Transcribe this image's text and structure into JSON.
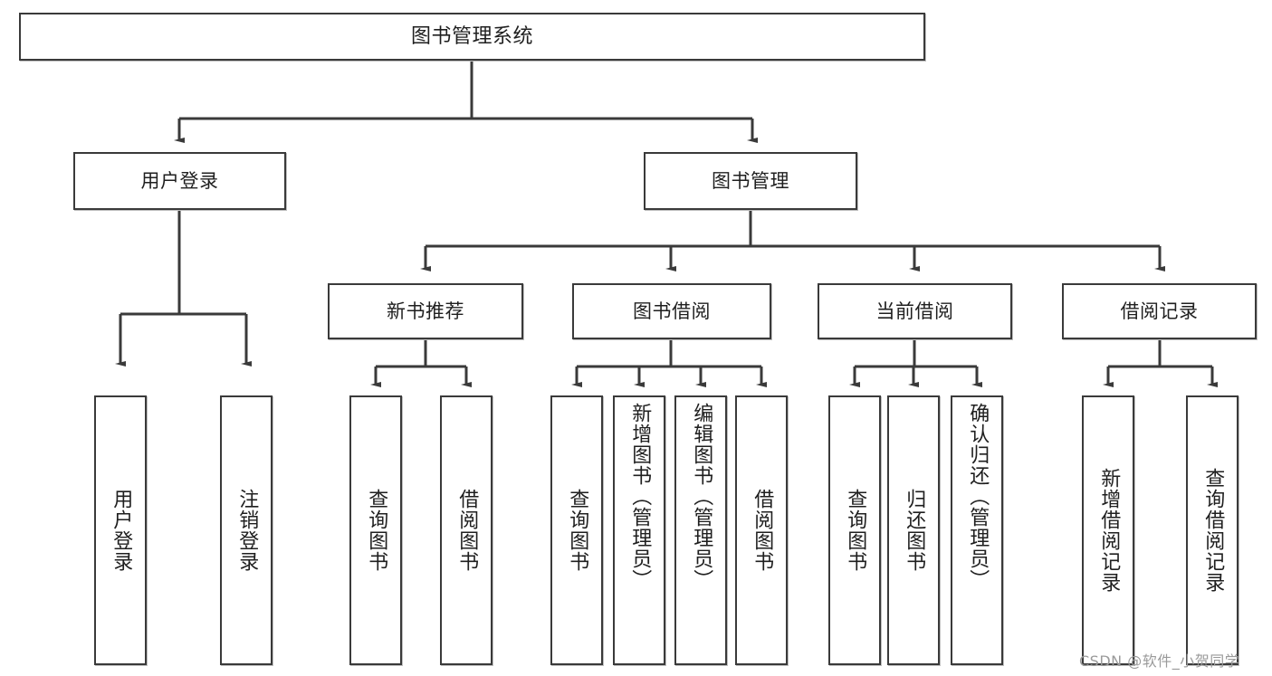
{
  "diagram": {
    "title": "图书管理系统",
    "type": "tree-hierarchy-chart",
    "root": {
      "label": "图书管理系统"
    },
    "level2": [
      {
        "label": "用户登录"
      },
      {
        "label": "图书管理"
      }
    ],
    "level3": [
      {
        "label": "新书推荐"
      },
      {
        "label": "图书借阅"
      },
      {
        "label": "当前借阅"
      },
      {
        "label": "借阅记录"
      }
    ],
    "leaves": {
      "user_login": [
        {
          "label": "用户登录"
        },
        {
          "label": "注销登录"
        }
      ],
      "new_book_recommend": [
        {
          "label": "查询图书"
        },
        {
          "label": "借阅图书"
        }
      ],
      "book_borrow": [
        {
          "label": "查询图书"
        },
        {
          "label": "新增图书（管理员）"
        },
        {
          "label": "编辑图书（管理员）"
        },
        {
          "label": "借阅图书"
        }
      ],
      "current_borrow": [
        {
          "label": "查询图书"
        },
        {
          "label": "归还图书"
        },
        {
          "label": "确认归还（管理员）"
        }
      ],
      "borrow_record": [
        {
          "label": "新增借阅记录"
        },
        {
          "label": "查询借阅记录"
        }
      ]
    }
  },
  "watermark": {
    "text": "CSDN @软件_小贺同学"
  },
  "colors": {
    "box_border": "#3a3a3a",
    "box_fill": "#ffffff",
    "line": "#3a3a3a",
    "text": "#1f1f1f",
    "watermark": "#9a9a9a",
    "background": "#ffffff"
  }
}
